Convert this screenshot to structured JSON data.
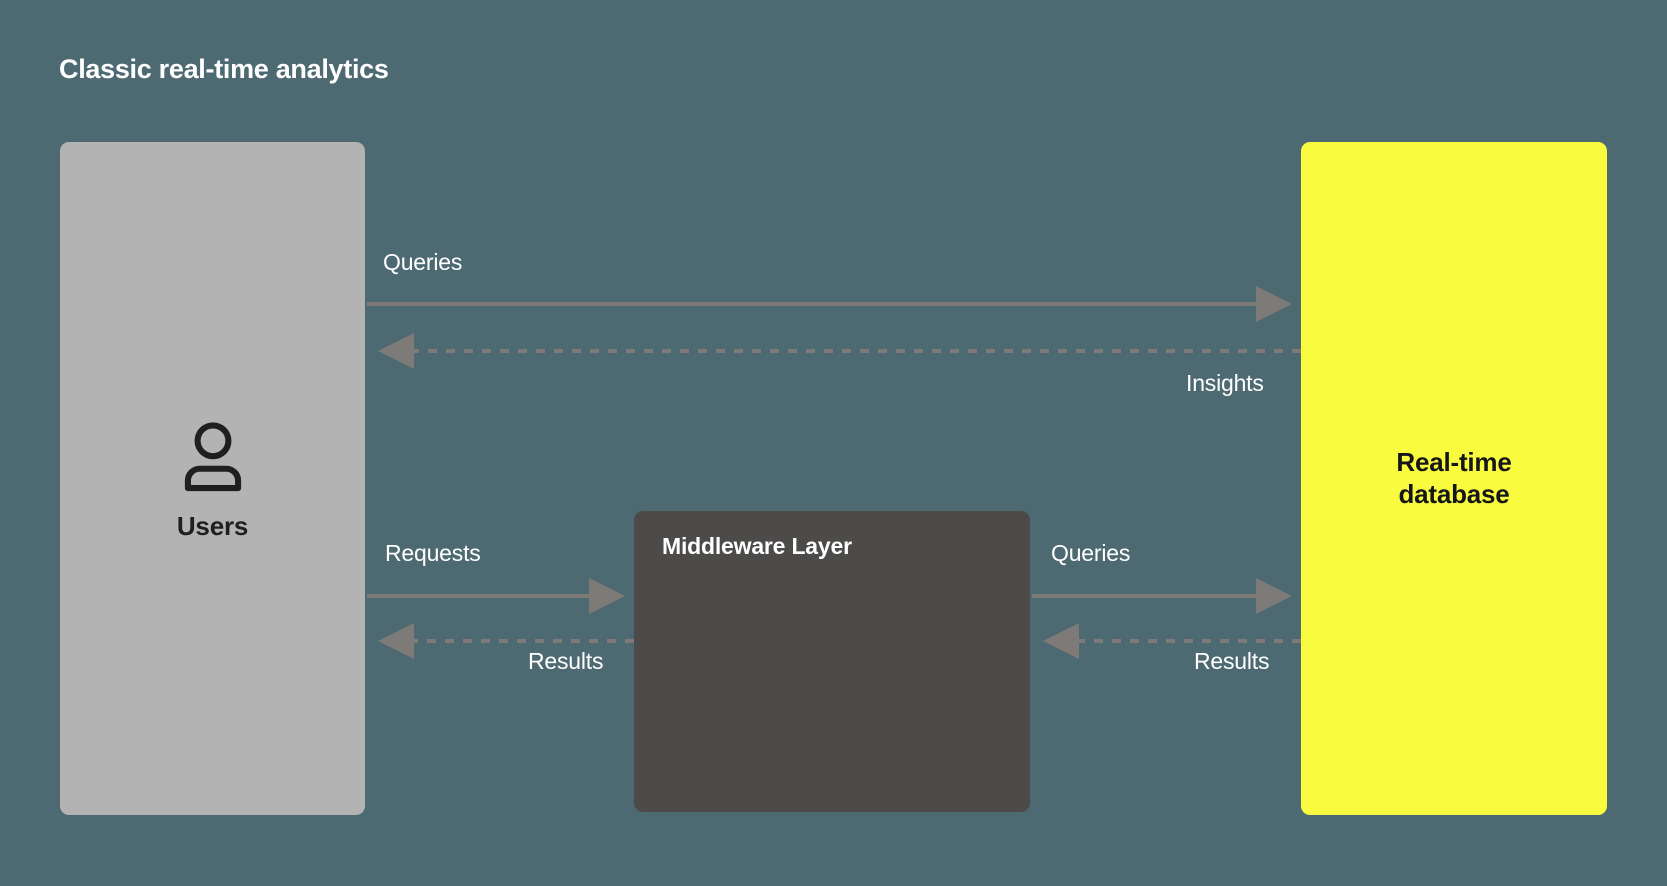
{
  "diagram": {
    "title": "Classic real-time analytics",
    "background_color": "#4d6a73",
    "edge_color": "#7d7a78",
    "nodes": [
      {
        "id": "users",
        "label": "Users",
        "icon": "user-icon",
        "fill": "#b3b3b3",
        "text_color": "#1f1f1f"
      },
      {
        "id": "middleware",
        "label": "Middleware Layer",
        "fill": "#4d4b49",
        "text_color": "#ffffff"
      },
      {
        "id": "database",
        "label": "Real-time\ndatabase",
        "label_line1": "Real-time",
        "label_line2": "database",
        "fill": "#f9fb3f",
        "text_color": "#15161a"
      }
    ],
    "edges": [
      {
        "id": "users-to-db-queries",
        "label": "Queries",
        "style": "solid",
        "direction": "right",
        "from": "users",
        "to": "database"
      },
      {
        "id": "db-to-users-insights",
        "label": "Insights",
        "style": "dashed",
        "direction": "left",
        "from": "database",
        "to": "users"
      },
      {
        "id": "users-to-mw-requests",
        "label": "Requests",
        "style": "solid",
        "direction": "right",
        "from": "users",
        "to": "middleware"
      },
      {
        "id": "mw-to-users-results",
        "label": "Results",
        "style": "dashed",
        "direction": "left",
        "from": "middleware",
        "to": "users"
      },
      {
        "id": "mw-to-db-queries",
        "label": "Queries",
        "style": "solid",
        "direction": "right",
        "from": "middleware",
        "to": "database"
      },
      {
        "id": "db-to-mw-results",
        "label": "Results",
        "style": "dashed",
        "direction": "left",
        "from": "database",
        "to": "middleware"
      }
    ]
  }
}
